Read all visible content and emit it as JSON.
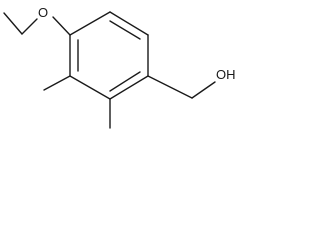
{
  "molecule": {
    "atoms": [
      {
        "id": "o_ether",
        "label": "O"
      },
      {
        "id": "o_hydroxyl",
        "label": "OH"
      }
    ]
  },
  "colors": {
    "ink": "#1a1a1a",
    "background": "#ffffff"
  }
}
